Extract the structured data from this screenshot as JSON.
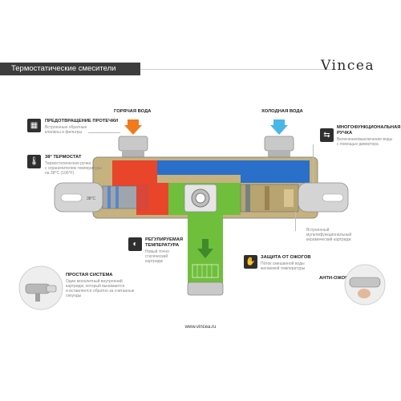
{
  "header": {
    "title": "Термостатические смесители",
    "brand": "Vincea"
  },
  "inlets": {
    "hot": "ГОРЯЧАЯ ВОДА",
    "cold": "ХОЛОДНАЯ ВОДА"
  },
  "dial_mark": "38°C",
  "features": {
    "leak": {
      "title": "ПРЕДОТВРАЩЕНИЕ ПРОТЕЧКИ",
      "text": [
        "Встроенные обратные",
        "клапаны и фильтры"
      ]
    },
    "thermostat": {
      "title": "38° ТЕРМОСТАТ",
      "text": [
        "Термостатическая ручка",
        "с ограничителем температуры",
        "на 38°С (100°F)"
      ]
    },
    "multi": {
      "title": [
        "МНОГОФУНКЦИОНАЛЬНАЯ",
        "РУЧКА"
      ],
      "text": [
        "Включение/выключение воды",
        "с помощью дивертора"
      ]
    },
    "cartridge": {
      "text": [
        "Встроенный",
        "мультифункциональный",
        "керамический картридж"
      ]
    },
    "regulated": {
      "title": [
        "РЕГУЛИРУЕМАЯ",
        "ТЕМПЕРАТУРА"
      ],
      "text": [
        "Новый точно",
        "статический",
        "картридж"
      ]
    },
    "burn": {
      "title": "ЗАЩИТА ОТ ОЖОГОВ",
      "text": [
        "Поток смешанной воды",
        "желаемой температуры"
      ]
    },
    "simple": {
      "title": "ПРОСТАЯ СИСТЕМА",
      "text": [
        "Один монолитный внутренний",
        "картридж, который вынимается",
        "и вставляется обратно за считанные",
        "секунды"
      ]
    },
    "antiburn": {
      "title": "АНТИ-ОЖОГ"
    }
  },
  "footer": {
    "url": "www.vincea.ru"
  },
  "colors": {
    "hot": "#e8452a",
    "cold": "#2a6fc9",
    "mixed": "#6fbf3c",
    "chrome": "#c8c8c8",
    "icon_bg": "#2f2f2f"
  }
}
